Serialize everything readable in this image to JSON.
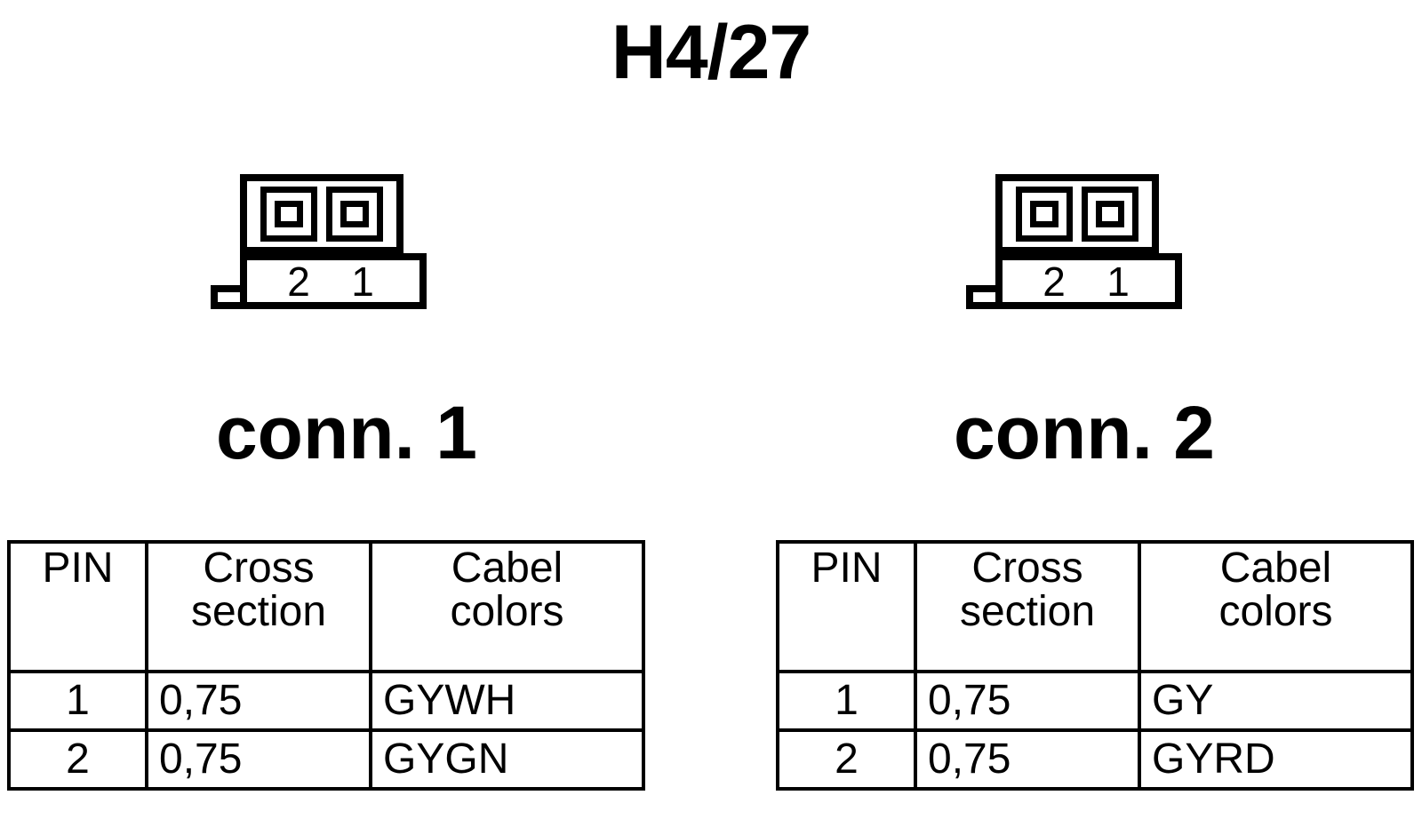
{
  "title": "H4/27",
  "connectors": [
    {
      "id": "conn-1",
      "label": "conn. 1",
      "symbol": {
        "pin_numbers": [
          "2",
          "1"
        ],
        "socket_count": 2
      },
      "table": {
        "headers": {
          "pin": "PIN",
          "cross_line1": "Cross",
          "cross_line2": "section",
          "color_line1": "Cabel",
          "color_line2": "colors"
        },
        "rows": [
          {
            "pin": "1",
            "cross_section": "0,75",
            "cable_color": "GYWH"
          },
          {
            "pin": "2",
            "cross_section": "0,75",
            "cable_color": "GYGN"
          }
        ]
      }
    },
    {
      "id": "conn-2",
      "label": "conn. 2",
      "symbol": {
        "pin_numbers": [
          "2",
          "1"
        ],
        "socket_count": 2
      },
      "table": {
        "headers": {
          "pin": "PIN",
          "cross_line1": "Cross",
          "cross_line2": "section",
          "color_line1": "Cabel",
          "color_line2": "colors"
        },
        "rows": [
          {
            "pin": "1",
            "cross_section": "0,75",
            "cable_color": "GY"
          },
          {
            "pin": "2",
            "cross_section": "0,75",
            "cable_color": "GYRD"
          }
        ]
      }
    }
  ],
  "colors": {
    "ink": "#000000",
    "paper": "#ffffff"
  }
}
